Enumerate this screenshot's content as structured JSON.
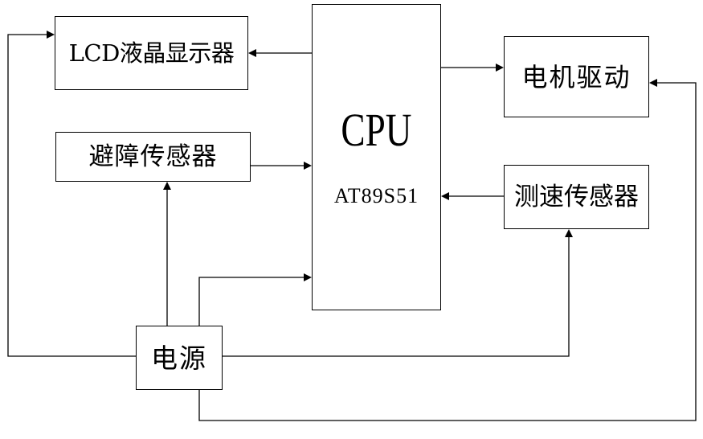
{
  "blocks": {
    "lcd": "LCD液晶显示器",
    "obstacle_sensor": "避障传感器",
    "cpu_title": "CPU",
    "cpu_model": "AT89S51",
    "motor_driver": "电机驱动",
    "speed_sensor": "测速传感器",
    "power": "电源"
  },
  "connections": [
    {
      "from": "cpu",
      "to": "lcd"
    },
    {
      "from": "obstacle_sensor",
      "to": "cpu"
    },
    {
      "from": "cpu",
      "to": "motor_driver"
    },
    {
      "from": "speed_sensor",
      "to": "cpu"
    },
    {
      "from": "power",
      "to": "lcd"
    },
    {
      "from": "power",
      "to": "obstacle_sensor"
    },
    {
      "from": "power",
      "to": "cpu"
    },
    {
      "from": "power",
      "to": "speed_sensor"
    },
    {
      "from": "power",
      "to": "motor_driver"
    }
  ]
}
